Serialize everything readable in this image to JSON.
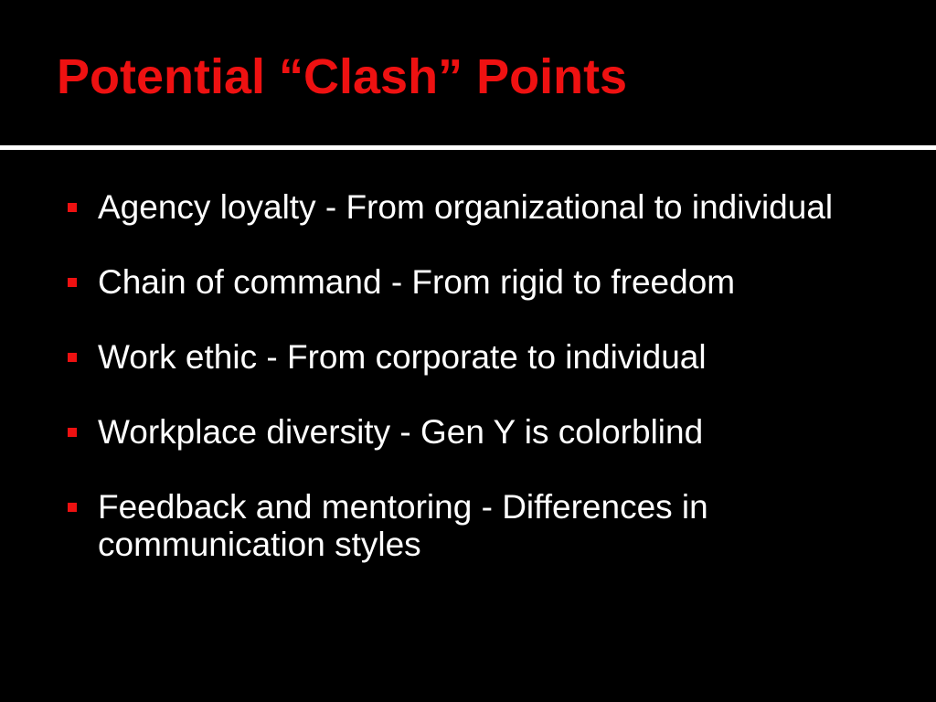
{
  "slide": {
    "title": "Potential “Clash” Points",
    "bullets": [
      "Agency loyalty - From organizational to individual",
      "Chain of command - From rigid to freedom",
      "Work ethic - From corporate to individual",
      "Workplace diversity - Gen Y is colorblind",
      "Feedback and mentoring - Differences in communication styles"
    ]
  },
  "colors": {
    "background": "#000000",
    "title": "#ee1111",
    "text": "#ffffff",
    "bullet_marker": "#ee1111",
    "divider": "#ffffff"
  },
  "icons": {
    "bullet": "square-bullet-icon"
  }
}
